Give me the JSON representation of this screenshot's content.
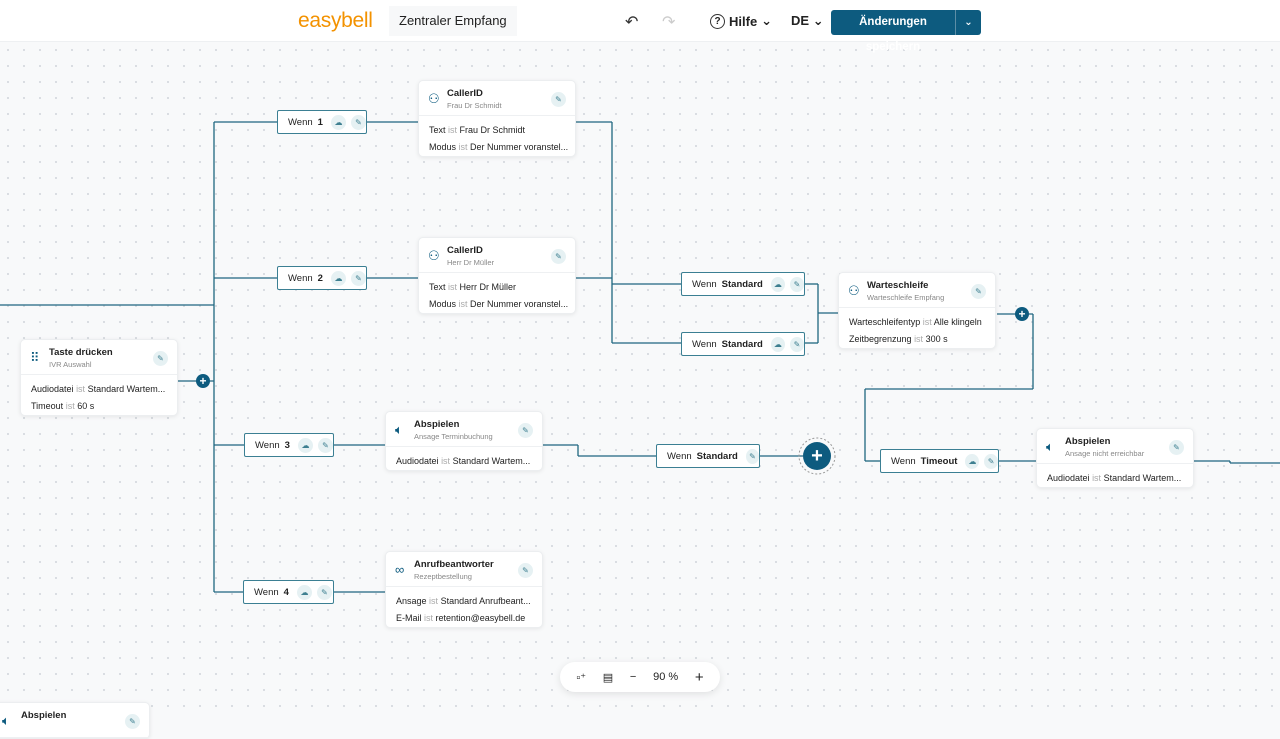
{
  "header": {
    "logo": "easybell",
    "flow_name": "Zentraler Empfang",
    "undo_icon": "undo-icon",
    "redo_icon": "redo-icon",
    "help_label": "Hilfe",
    "language": "DE",
    "save_label": "Änderungen speichern"
  },
  "colors": {
    "primary": "#0d5b7f",
    "logo": "#f39200",
    "wire": "#1f6680"
  },
  "nodes": [
    {
      "id": "caller1",
      "icon": "user-id-icon",
      "title": "CallerID",
      "subtitle": "Frau Dr Schmidt",
      "rows": [
        {
          "key": "Text",
          "op": "ist",
          "value": "Frau Dr Schmidt"
        },
        {
          "key": "Modus",
          "op": "ist",
          "value": "Der Nummer voranstel..."
        }
      ]
    },
    {
      "id": "caller2",
      "icon": "user-id-icon",
      "title": "CallerID",
      "subtitle": "Herr Dr Müller",
      "rows": [
        {
          "key": "Text",
          "op": "ist",
          "value": "Herr Dr Müller"
        },
        {
          "key": "Modus",
          "op": "ist",
          "value": "Der Nummer voranstel..."
        }
      ]
    },
    {
      "id": "ivr",
      "icon": "keypad-icon",
      "title": "Taste drücken",
      "subtitle": "IVR Auswahl",
      "rows": [
        {
          "key": "Audiodatei",
          "op": "ist",
          "value": "Standard Wartem..."
        },
        {
          "key": "Timeout",
          "op": "ist",
          "value": "60 s"
        }
      ]
    },
    {
      "id": "queue",
      "icon": "user-clock-icon",
      "title": "Warteschleife",
      "subtitle": "Warteschleife Empfang",
      "rows": [
        {
          "key": "Warteschleifentyp",
          "op": "ist",
          "value": "Alle klingeln"
        },
        {
          "key": "Zeitbegrenzung",
          "op": "ist",
          "value": "300 s"
        }
      ]
    },
    {
      "id": "play1",
      "icon": "speaker-icon",
      "title": "Abspielen",
      "subtitle": "Ansage Terminbuchung",
      "rows": [
        {
          "key": "Audiodatei",
          "op": "ist",
          "value": "Standard Wartem..."
        }
      ]
    },
    {
      "id": "voicemail",
      "icon": "voicemail-icon",
      "title": "Anrufbeantworter",
      "subtitle": "Rezeptbestellung",
      "rows": [
        {
          "key": "Ansage",
          "op": "ist",
          "value": "Standard Anrufbeant..."
        },
        {
          "key": "E-Mail",
          "op": "ist",
          "value": "retention@easybell.de"
        }
      ]
    },
    {
      "id": "play2",
      "icon": "speaker-icon",
      "title": "Abspielen",
      "subtitle": "Ansage nicht erreichbar",
      "rows": [
        {
          "key": "Audiodatei",
          "op": "ist",
          "value": "Standard Wartem..."
        }
      ]
    },
    {
      "id": "play3",
      "icon": "speaker-icon",
      "title": "Abspielen",
      "subtitle": "",
      "rows": []
    }
  ],
  "conditions": [
    {
      "label": "Wenn",
      "value": "1",
      "cloud": true
    },
    {
      "label": "Wenn",
      "value": "2",
      "cloud": true
    },
    {
      "label": "Wenn",
      "value": "3",
      "cloud": true
    },
    {
      "label": "Wenn",
      "value": "4",
      "cloud": true
    },
    {
      "label": "Wenn",
      "value": "Standard",
      "cloud": true
    },
    {
      "label": "Wenn",
      "value": "Standard",
      "cloud": true
    },
    {
      "label": "Wenn",
      "value": "Standard",
      "cloud": false
    },
    {
      "label": "Wenn",
      "value": "Timeout",
      "cloud": true
    }
  ],
  "zoom": {
    "value": "90 %"
  }
}
